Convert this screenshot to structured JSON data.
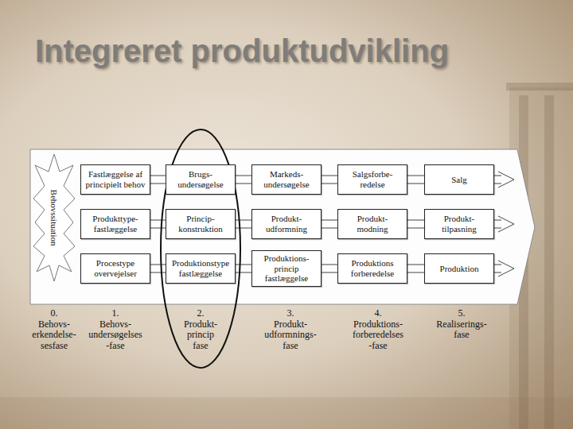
{
  "diagram": {
    "title": "Integreret produktudvikling",
    "nodes": [
      {
        "text": [
          "Behovssituation"
        ]
      },
      {
        "text": [
          "Fastlæggelse af principielt behov"
        ]
      },
      {
        "text": [
          "Brugs- undersøgelse"
        ]
      },
      {
        "text": [
          "Markeds- undersøgelse"
        ]
      },
      {
        "text": [
          "Salgsforbe- redelse"
        ]
      },
      {
        "text": [
          "Salg"
        ]
      },
      {
        "text": [
          "Produkttype- fastlæggelse"
        ]
      },
      {
        "text": [
          "Princip- konstruktion"
        ]
      },
      {
        "text": [
          "Produkt- udformning"
        ]
      },
      {
        "text": [
          "Produkt- modning"
        ]
      },
      {
        "text": [
          "Produkt- tilpasning"
        ]
      },
      {
        "text": [
          "Procestype overvejelser"
        ]
      },
      {
        "text": [
          "Produktionstype fastlæggelse"
        ]
      },
      {
        "text": [
          "Produktions- princip fastlæggelse"
        ]
      },
      {
        "text": [
          "Produktions forberedelse"
        ]
      },
      {
        "text": [
          "Produktion"
        ]
      }
    ],
    "edges": [
      {
        "from": 1,
        "to": 2,
        "arrow": "none"
      },
      {
        "from": 2,
        "to": 3,
        "arrow": "none"
      },
      {
        "from": 3,
        "to": 4,
        "arrow": "none"
      },
      {
        "from": 4,
        "to": 5,
        "arrow": "none"
      },
      {
        "from": 6,
        "to": 7,
        "arrow": "none"
      },
      {
        "from": 7,
        "to": 8,
        "arrow": "none"
      },
      {
        "from": 8,
        "to": 9,
        "arrow": "none"
      },
      {
        "from": 9,
        "to": 10,
        "arrow": "none"
      },
      {
        "from": 11,
        "to": 12,
        "arrow": "none"
      },
      {
        "from": 12,
        "to": 13,
        "arrow": "none"
      },
      {
        "from": 13,
        "to": 14,
        "arrow": "none"
      },
      {
        "from": 14,
        "to": 15,
        "arrow": "none"
      }
    ],
    "labels": [
      "0.",
      "Behovs- erkendelse- sesfase",
      "1.",
      "Behovs- undersøgelses -fase",
      "2.",
      "Produkt- princip fase",
      "3.",
      "Produkt- udformnings- fase",
      "4.",
      "Produktions- forberedelses -fase",
      "5.",
      "Realiserings- fase"
    ]
  }
}
